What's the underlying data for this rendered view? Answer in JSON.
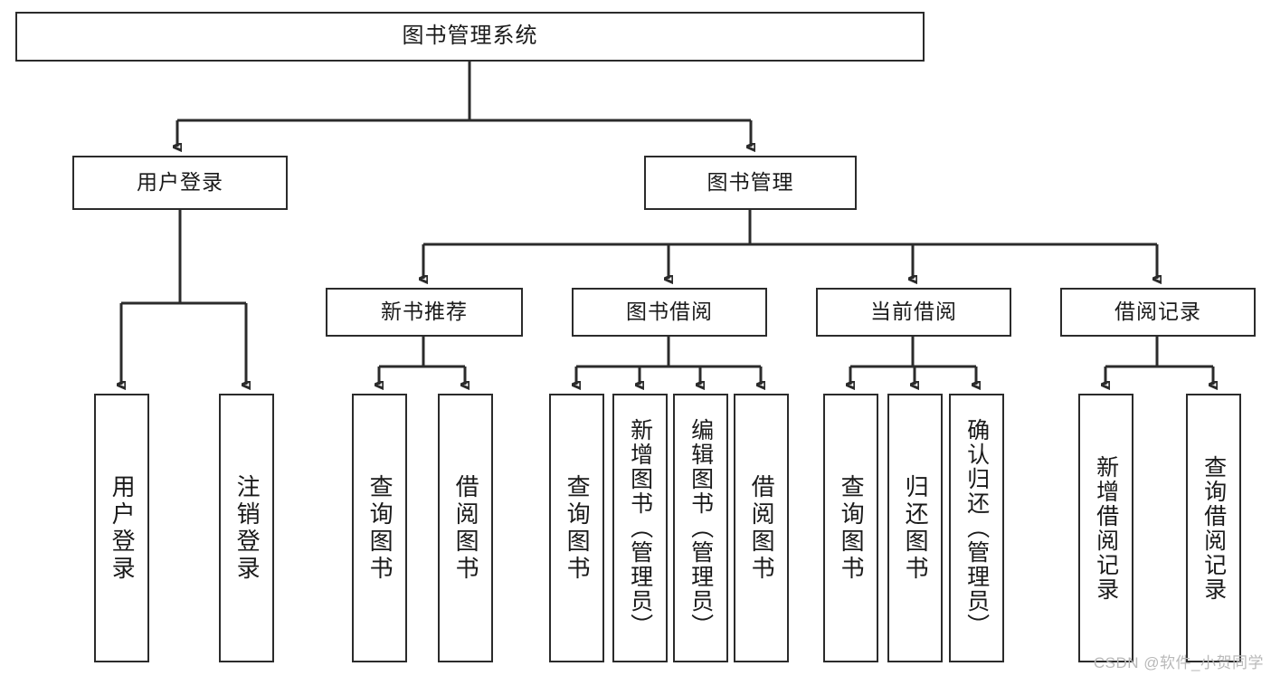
{
  "diagram": {
    "type": "tree-hierarchy-chart",
    "title": "图书管理系统",
    "orientation": "top-down",
    "stroke_color": "#2b2b2b",
    "fill_color": "#ffffff",
    "text_color": "#1a1a1a",
    "watermark": "CSDN @软件_小贺同学"
  },
  "nodes": {
    "root": {
      "label": "图书管理系统"
    },
    "level1": [
      {
        "label": "用户登录"
      },
      {
        "label": "图书管理"
      }
    ],
    "level2": [
      {
        "label": "新书推荐"
      },
      {
        "label": "图书借阅"
      },
      {
        "label": "当前借阅"
      },
      {
        "label": "借阅记录"
      }
    ],
    "leaves": {
      "user_login": [
        {
          "label": "用户登录"
        },
        {
          "label": "注销登录"
        }
      ],
      "new_book_recommend": [
        {
          "label": "查询图书"
        },
        {
          "label": "借阅图书"
        }
      ],
      "book_borrow": [
        {
          "label": "查询图书"
        },
        {
          "label": "新增图书（管理员）"
        },
        {
          "label": "编辑图书（管理员）"
        },
        {
          "label": "借阅图书"
        }
      ],
      "current_borrow": [
        {
          "label": "查询图书"
        },
        {
          "label": "归还图书"
        },
        {
          "label": "确认归还（管理员）"
        }
      ],
      "borrow_record": [
        {
          "label": "新增借阅记录"
        },
        {
          "label": "查询借阅记录"
        }
      ]
    }
  }
}
